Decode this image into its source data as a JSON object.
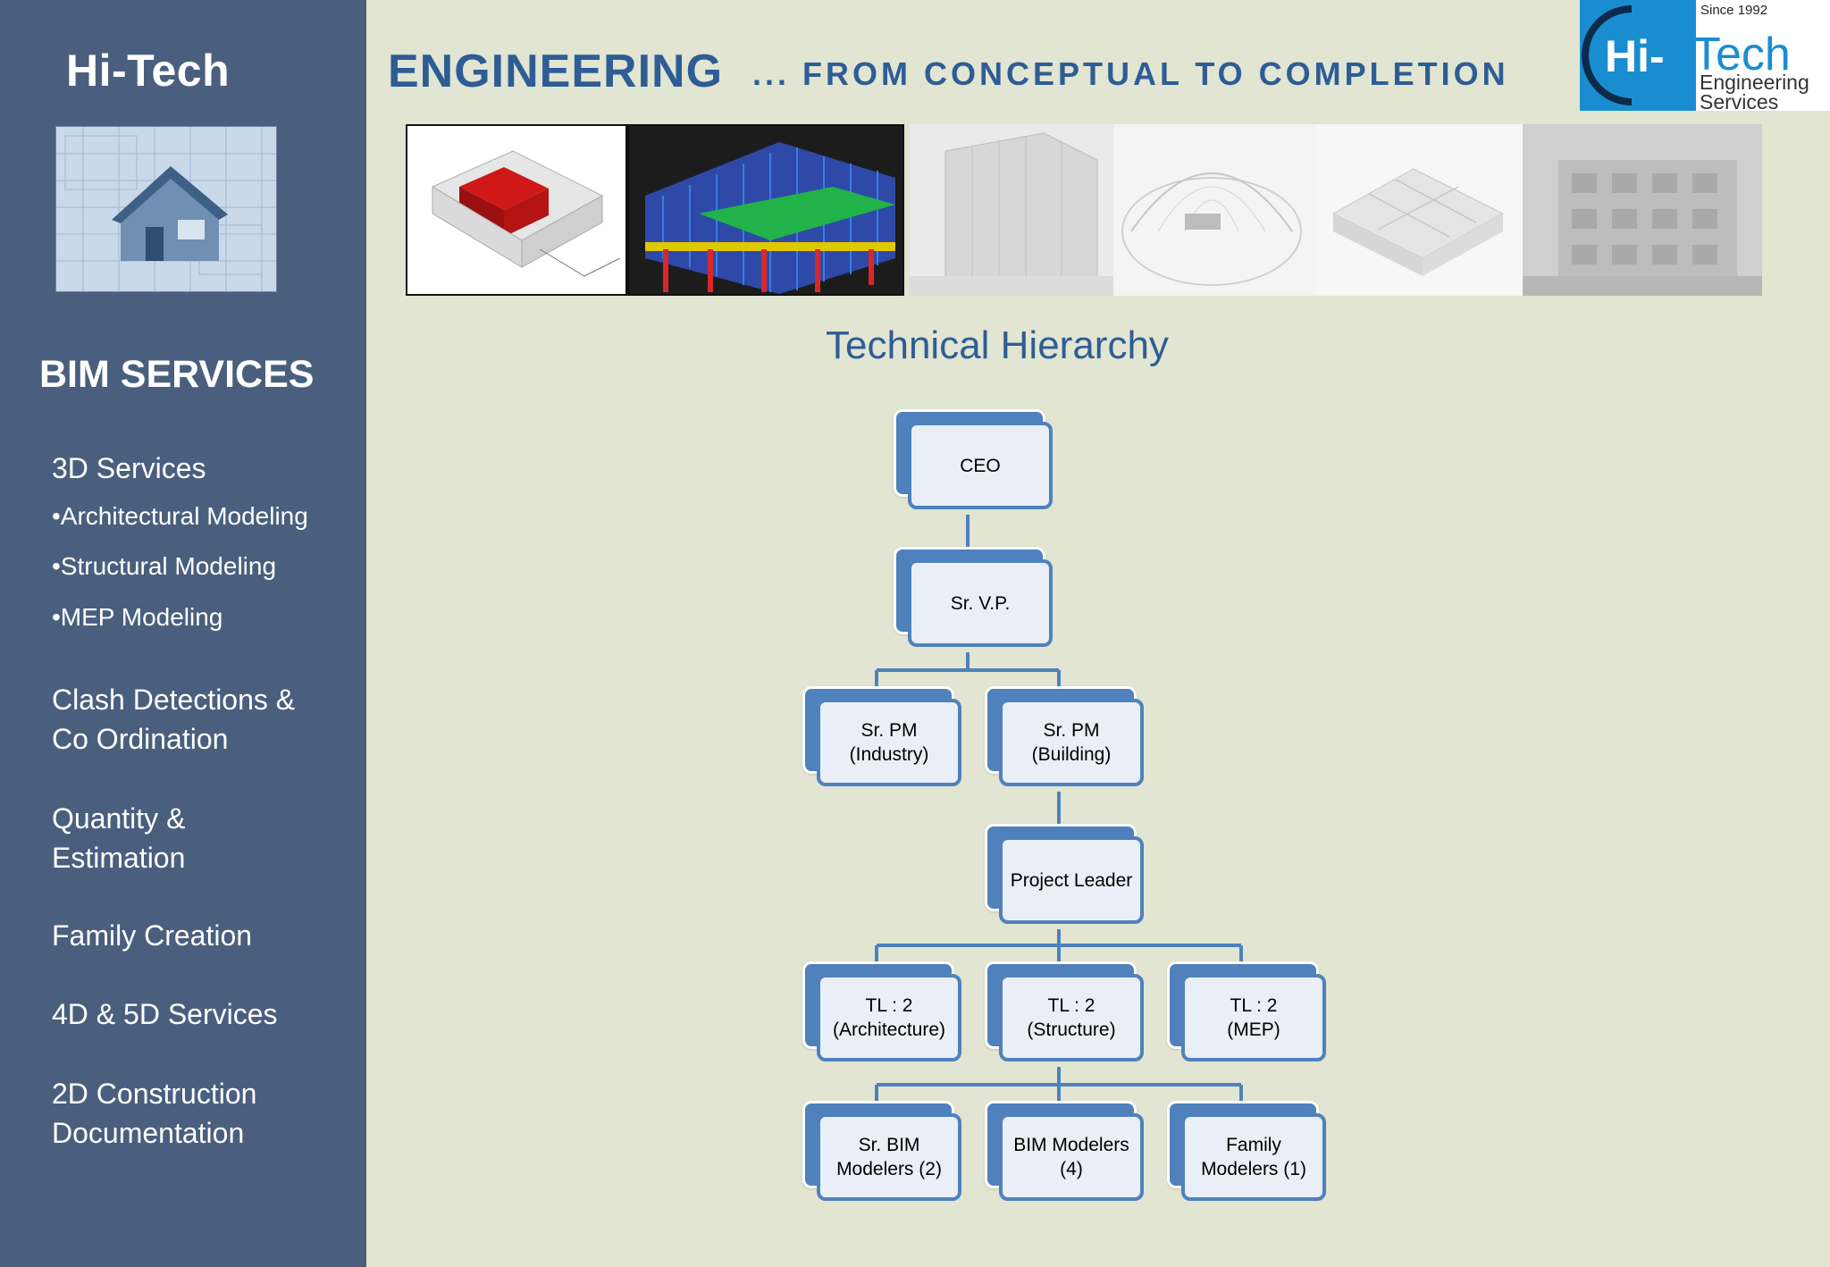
{
  "sidebar": {
    "brand": "Hi-Tech",
    "section_title": "BIM SERVICES",
    "items": [
      {
        "label": "3D   Services"
      },
      {
        "label": "Clash Detections &\nCo Ordination"
      },
      {
        "label": "Quantity &\nEstimation"
      },
      {
        "label": "Family Creation"
      },
      {
        "label": "4D & 5D Services"
      },
      {
        "label": "2D  Construction\nDocumentation"
      }
    ],
    "sub_items": [
      {
        "label": "•Architectural Modeling"
      },
      {
        "label": "•Structural Modeling"
      },
      {
        "label": "•MEP Modeling"
      }
    ]
  },
  "header": {
    "title": "ENGINEERING",
    "tagline": "... FROM  CONCEPTUAL TO COMPLETION",
    "logo": {
      "since": "Since 1992",
      "name_part1": "Hi-",
      "name_part2": "Tech",
      "sub1": "Engineering",
      "sub2": "Services"
    }
  },
  "image_strip": [
    {
      "name": "red-floorplan-3d-image"
    },
    {
      "name": "colored-building-model-image"
    },
    {
      "name": "tower-model-image"
    },
    {
      "name": "dome-structure-image"
    },
    {
      "name": "house-floorplan-image"
    },
    {
      "name": "apartment-building-image"
    }
  ],
  "diagram": {
    "title": "Technical Hierarchy",
    "nodes": {
      "ceo": "CEO",
      "svp": "Sr. V.P.",
      "pm_industry": "Sr. PM\n(Industry)",
      "pm_building": "Sr. PM\n(Building)",
      "project_leader": "Project  Leader",
      "tl_arch": "TL  : 2\n(Architecture)",
      "tl_struct": "TL : 2\n(Structure)",
      "tl_mep": "TL  : 2\n(MEP)",
      "sr_bim": "Sr. BIM\nModelers (2)",
      "bim": "BIM Modelers\n(4)",
      "family": "Family\nModelers (1)"
    }
  },
  "colors": {
    "sidebar_bg": "#4a5f7e",
    "page_bg": "#e1e5d2",
    "accent_blue": "#2e5d95",
    "node_blue": "#4f81bd",
    "node_fill": "#eaeef6"
  }
}
